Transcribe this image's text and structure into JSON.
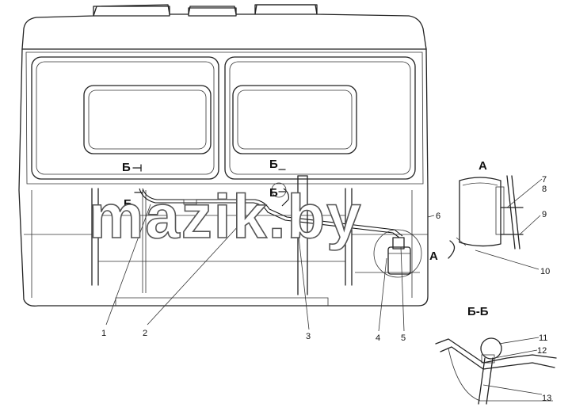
{
  "watermark": "mazik.by",
  "section_marks": {
    "b_top_left": "Б",
    "b_mid_left": "Б",
    "b_top_right": "Б",
    "b_mid_right": "Б",
    "view_a_arrow": "А",
    "view_a_title": "А",
    "section_bb_title": "Б-Б"
  },
  "callouts": [
    "1",
    "2",
    "3",
    "4",
    "5",
    "6",
    "7",
    "8",
    "9",
    "10",
    "11",
    "12",
    "13"
  ]
}
